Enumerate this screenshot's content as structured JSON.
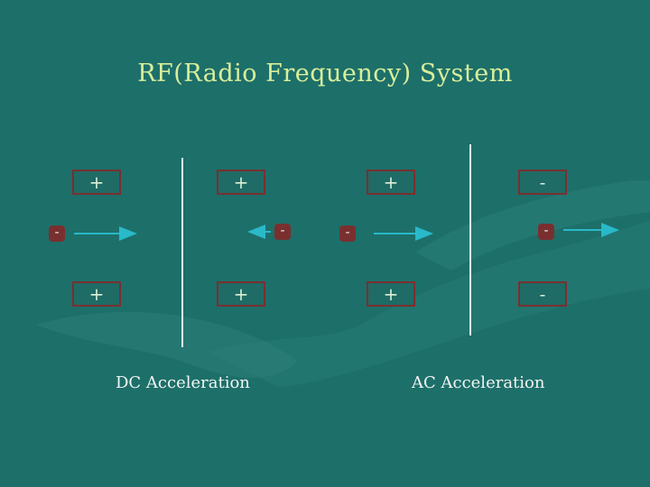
{
  "title": "RF(Radio Frequency) System",
  "plates": {
    "dc_top_left": "+",
    "dc_top_right": "+",
    "dc_bottom_left": "+",
    "dc_bottom_right": "+",
    "ac_top_left": "+",
    "ac_top_right": "-",
    "ac_bottom_left": "+",
    "ac_bottom_right": "-"
  },
  "ions": {
    "dc_left": "-",
    "dc_right": "-",
    "ac_left": "-",
    "ac_right": "-"
  },
  "captions": {
    "dc": "DC Acceleration",
    "ac": "AC Acceleration"
  },
  "colors": {
    "background": "#1d6f6a",
    "title": "#d8ee9a",
    "plate_border": "#7a2f2f",
    "ion": "#7a2f2f",
    "arrow": "#29b9c9"
  }
}
